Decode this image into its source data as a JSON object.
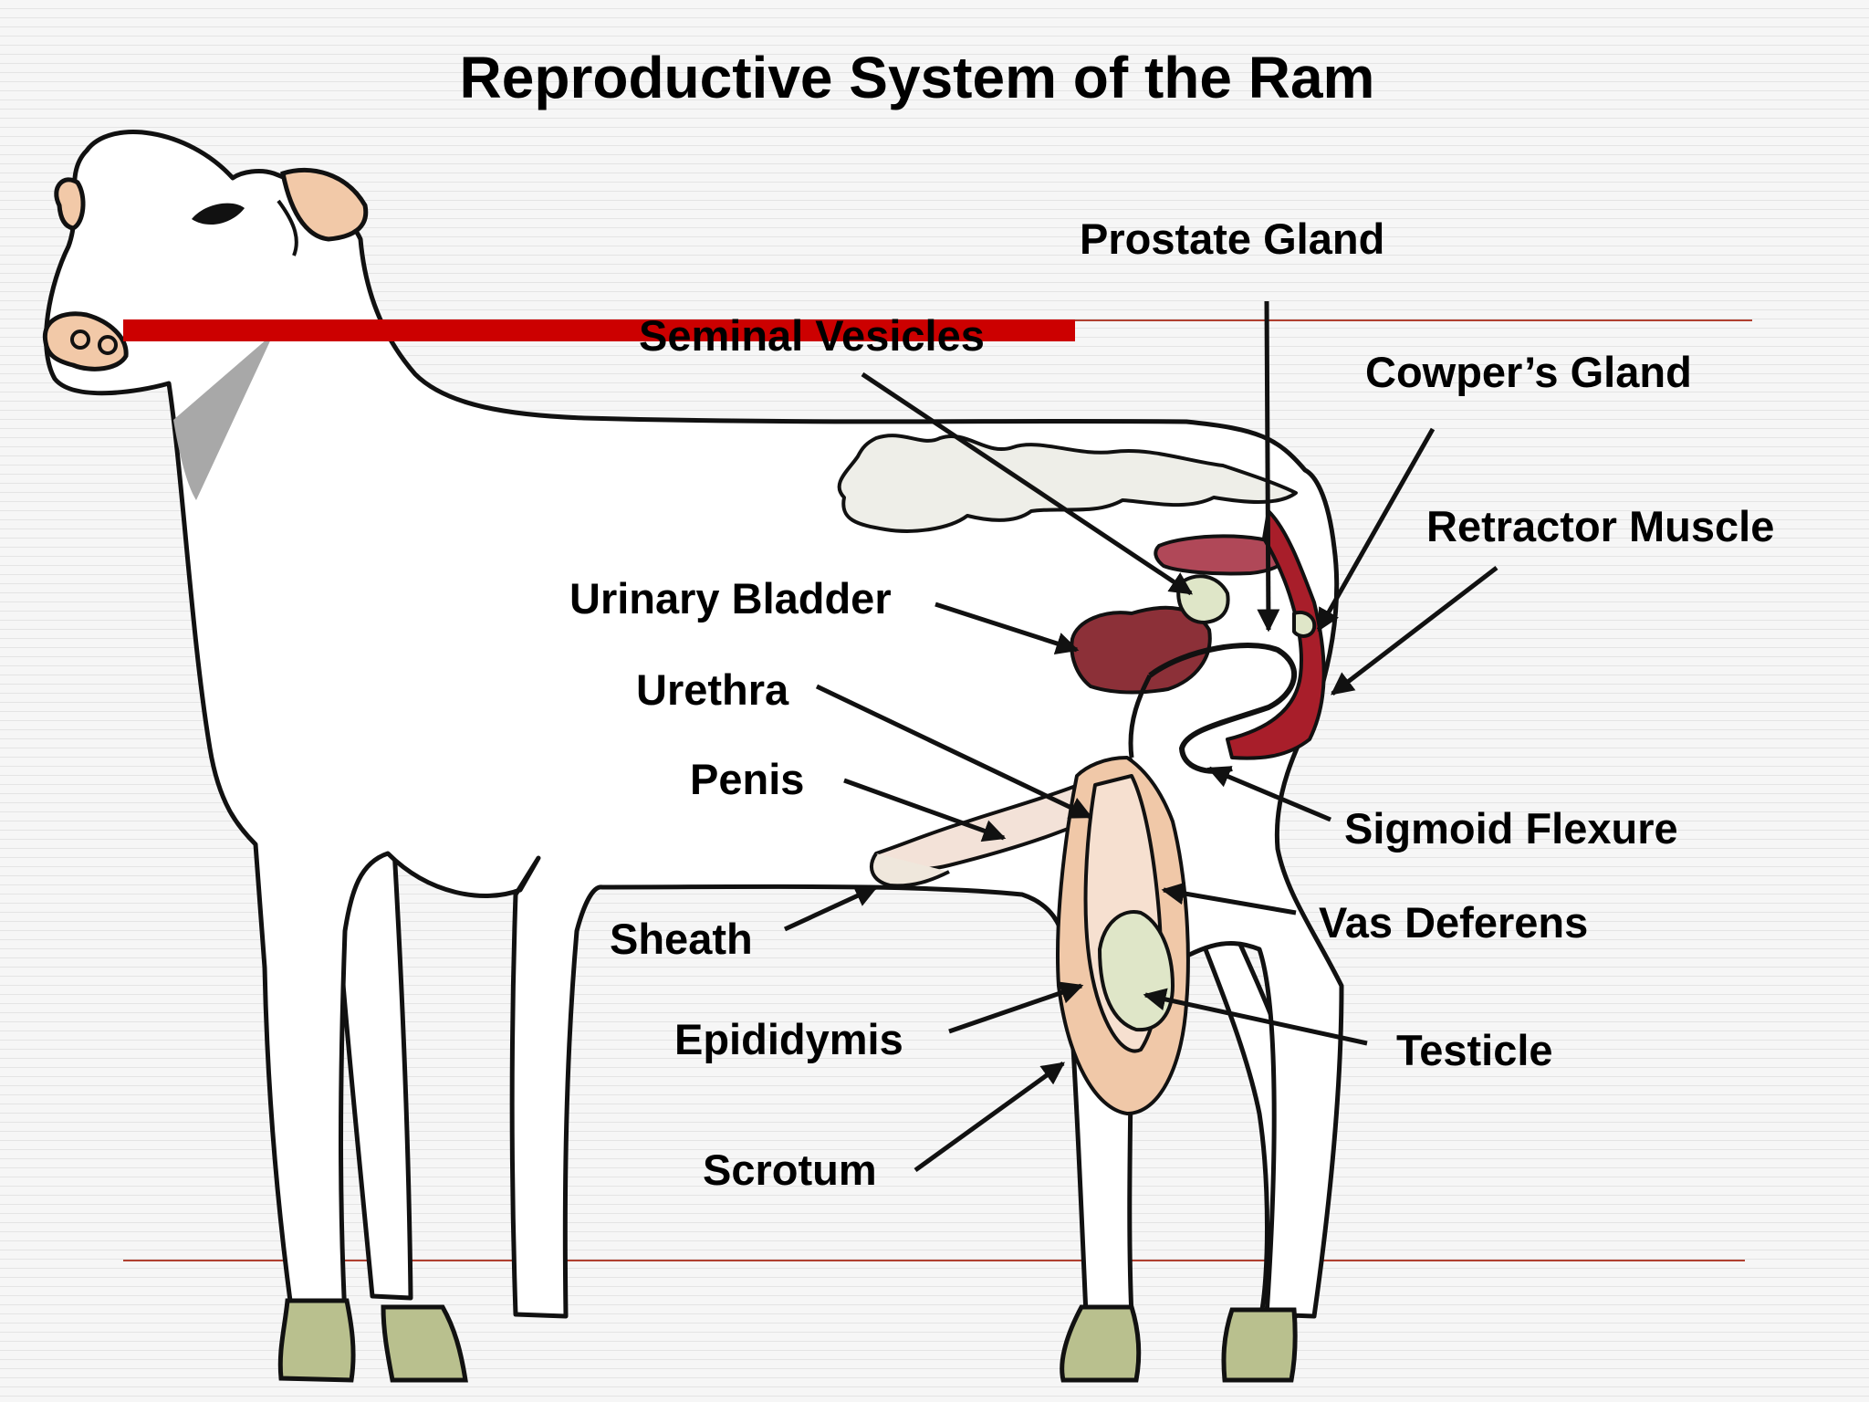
{
  "title": "Reproductive System of the Ram",
  "labels": {
    "prostate_gland": "Prostate Gland",
    "seminal_vesicles": "Seminal Vesicles",
    "cowpers_gland": "Cowper’s Gland",
    "retractor_muscle": "Retractor Muscle",
    "urinary_bladder": "Urinary Bladder",
    "urethra": "Urethra",
    "penis": "Penis",
    "sigmoid_flexure": "Sigmoid Flexure",
    "vas_deferens": "Vas Deferens",
    "sheath": "Sheath",
    "epididymis": "Epididymis",
    "testicle": "Testicle",
    "scrotum": "Scrotum"
  },
  "colors": {
    "accent_bar": "#cc0000",
    "outline": "#111111",
    "body_fill": "#ffffff",
    "hoof": "#b9c08e",
    "ear_nose": "#f2c9a8",
    "bladder": "#8c3038",
    "gland": "#dfe6c8",
    "scrotum_tint": "#f0c8a8"
  }
}
